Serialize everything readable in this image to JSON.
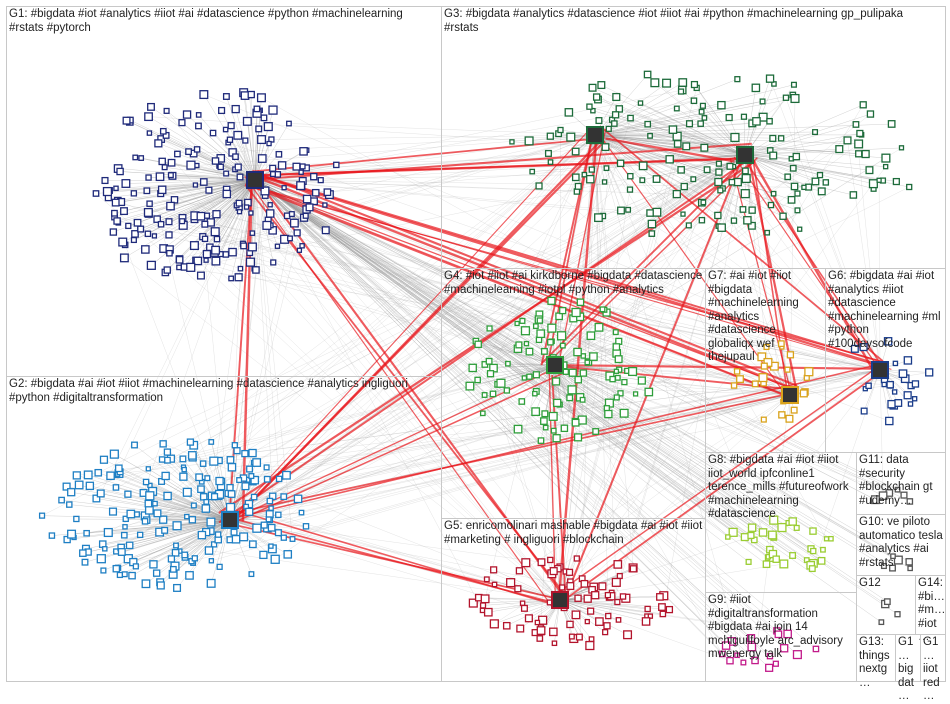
{
  "colors": {
    "edge_gray": "#9a9a9a",
    "edge_red": "#e8151b",
    "box_border": "#c8c8c8"
  },
  "groups": [
    {
      "id": "G1",
      "label": "G1: #bigdata #iot #analytics #iiot #ai #datascience #python #machinelearning #rstats #pytorch",
      "color": "#1f2a7a"
    },
    {
      "id": "G2",
      "label": "G2: #bigdata #ai #iot #iiot #machinelearning #datascience #analytics ingliguori #python #digitaltransformation",
      "color": "#1e7fc4"
    },
    {
      "id": "G3",
      "label": "G3: #bigdata #analytics #datascience #iot #iiot #ai #python #machinelearning gp_pulipaka #rstats",
      "color": "#1d6b3a"
    },
    {
      "id": "G4",
      "label": "G4: #iot #iiot #ai kirkdborne #bigdata #datascience #machinelearning #iotpl #python #analytics",
      "color": "#2e9e3a"
    },
    {
      "id": "G5",
      "label": "G5: enricomolinari mashable #bigdata #ai #iot #iiot #marketing # ingliguori #blockchain",
      "color": "#b3142c"
    },
    {
      "id": "G6",
      "label": "G6: #bigdata #ai #iot #analytics #iiot #datascience #machinelearning #ml #python #100daysofcode",
      "color": "#1a3c8a"
    },
    {
      "id": "G7",
      "label": "G7: #ai #iot #iiot #bigdata #machinelearning #analytics #datascience globaliqx wef thejupaul",
      "color": "#d9a21b"
    },
    {
      "id": "G8",
      "label": "G8: #bigdata #ai #iot #iiot iiot_world ipfconline1 terence_mills #futureofwork #machinelearning #datascience",
      "color": "#9acd32"
    },
    {
      "id": "G9",
      "label": "G9: #iiot #digitaltransformation #bigdata #ai join 14 mchlguilfoyle arc_advisory mwenergy talk",
      "color": "#c21b8a"
    },
    {
      "id": "G10",
      "label": "G10: ve piloto automatico tesla #analytics #ai #rstats",
      "color": "#555555"
    },
    {
      "id": "G11",
      "label": "G11: data #security #blockchain gt #udemy…",
      "color": "#555555"
    },
    {
      "id": "G12",
      "label": "G12",
      "color": "#555555"
    },
    {
      "id": "G13",
      "label": "G13: things nextg…",
      "color": "#555555"
    },
    {
      "id": "G14",
      "label": "G14: #bi… #m… #iot…",
      "color": "#555555"
    },
    {
      "id": "G15",
      "label": "G1… big dat…",
      "color": "#555555"
    },
    {
      "id": "G16",
      "label": "G1… iiot red…",
      "color": "#555555"
    }
  ]
}
